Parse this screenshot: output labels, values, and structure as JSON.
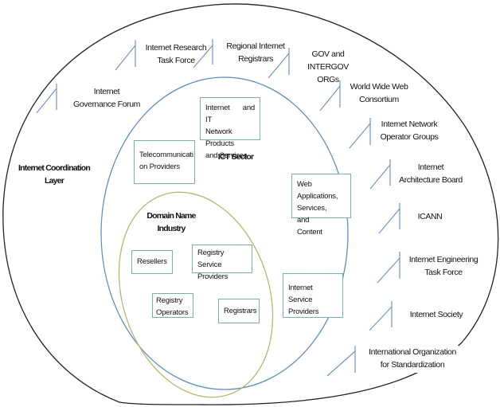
{
  "diagram": {
    "outer_layer": {
      "title": "Internet Coordination Layer",
      "title_lines": [
        "Internet Coordination",
        "Layer"
      ],
      "border_color": "#222222",
      "organizations": [
        {
          "id": "igf",
          "lines": [
            "Internet",
            "Governance Forum"
          ]
        },
        {
          "id": "irtf",
          "lines": [
            "Internet Research",
            "Task Force"
          ]
        },
        {
          "id": "rir",
          "lines": [
            "Regional Internet",
            "Registrars"
          ]
        },
        {
          "id": "gov",
          "lines": [
            "GOV and INTERGOV",
            "ORGs"
          ]
        },
        {
          "id": "w3c",
          "lines": [
            "World Wide Web",
            "Consortium"
          ]
        },
        {
          "id": "nog",
          "lines": [
            "Internet Network",
            "Operator Groups"
          ]
        },
        {
          "id": "iab",
          "lines": [
            "Internet",
            "Architecture Board"
          ]
        },
        {
          "id": "icann",
          "lines": [
            "ICANN"
          ]
        },
        {
          "id": "ietf",
          "lines": [
            "Internet Engineering",
            "Task Force"
          ]
        },
        {
          "id": "isoc",
          "lines": [
            "Internet Society"
          ]
        },
        {
          "id": "iso",
          "lines": [
            "International Organization",
            "for Standardization"
          ]
        }
      ]
    },
    "ict_sector": {
      "title": "ICT Sector",
      "border_color": "#5b8fc0",
      "boxes": [
        {
          "id": "it-products",
          "lines": [
            "Internet and IT",
            "Network Products",
            "and Services"
          ]
        },
        {
          "id": "telecom",
          "lines": [
            "Telecommunicati",
            "on Providers"
          ]
        },
        {
          "id": "web-apps",
          "lines": [
            "Web Applications,",
            "Services, and",
            "Content"
          ]
        },
        {
          "id": "isp",
          "lines": [
            "Internet Service",
            "Providers"
          ]
        }
      ]
    },
    "domain_name_industry": {
      "title_lines": [
        "Domain Name",
        "Industry"
      ],
      "border_color": "#b5b86a",
      "boxes": [
        {
          "id": "resellers",
          "lines": [
            "Resellers"
          ]
        },
        {
          "id": "rsp",
          "lines": [
            "Registry Service",
            "Providers"
          ]
        },
        {
          "id": "registry-ops",
          "lines": [
            "Registry",
            "Operators"
          ]
        },
        {
          "id": "registrars",
          "lines": [
            "Registrars"
          ]
        }
      ]
    },
    "box_border_color": "#72b3ae",
    "connector_color": "#6f96c4"
  }
}
